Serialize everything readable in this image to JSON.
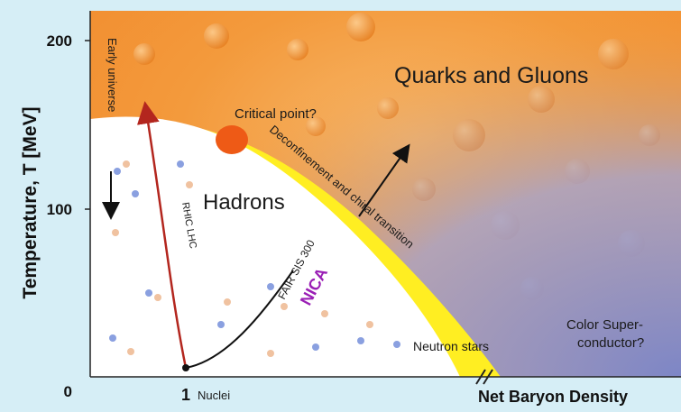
{
  "axes": {
    "y_title": "Temperature, T [MeV]",
    "y_ticks": [
      "200",
      "100",
      "0"
    ],
    "x_origin_tick": "1",
    "x_origin_label": "Nuclei",
    "x_title": "Net Baryon Density"
  },
  "phases": {
    "quarks_gluons": "Quarks and Gluons",
    "hadrons": "Hadrons",
    "color_super_line1": "Color Super-",
    "color_super_line2": "conductor?",
    "neutron_stars": "Neutron stars"
  },
  "annotations": {
    "critical_point": "Critical point?",
    "transition": "Deconfinement and chiral transition",
    "early_universe": "Early universe",
    "rhic_lhc": "RHIC LHC",
    "fair_sis": "FAIR SIS 300",
    "nica": "NICA"
  },
  "colors": {
    "hot_orange": "#f39a3c",
    "yellow_band": "#ffee22",
    "hadron_white": "#ffffff",
    "super_blue": "#8c94cf",
    "rhic_arrow": "#b3261e",
    "nica_purple": "#9a1fb5"
  }
}
